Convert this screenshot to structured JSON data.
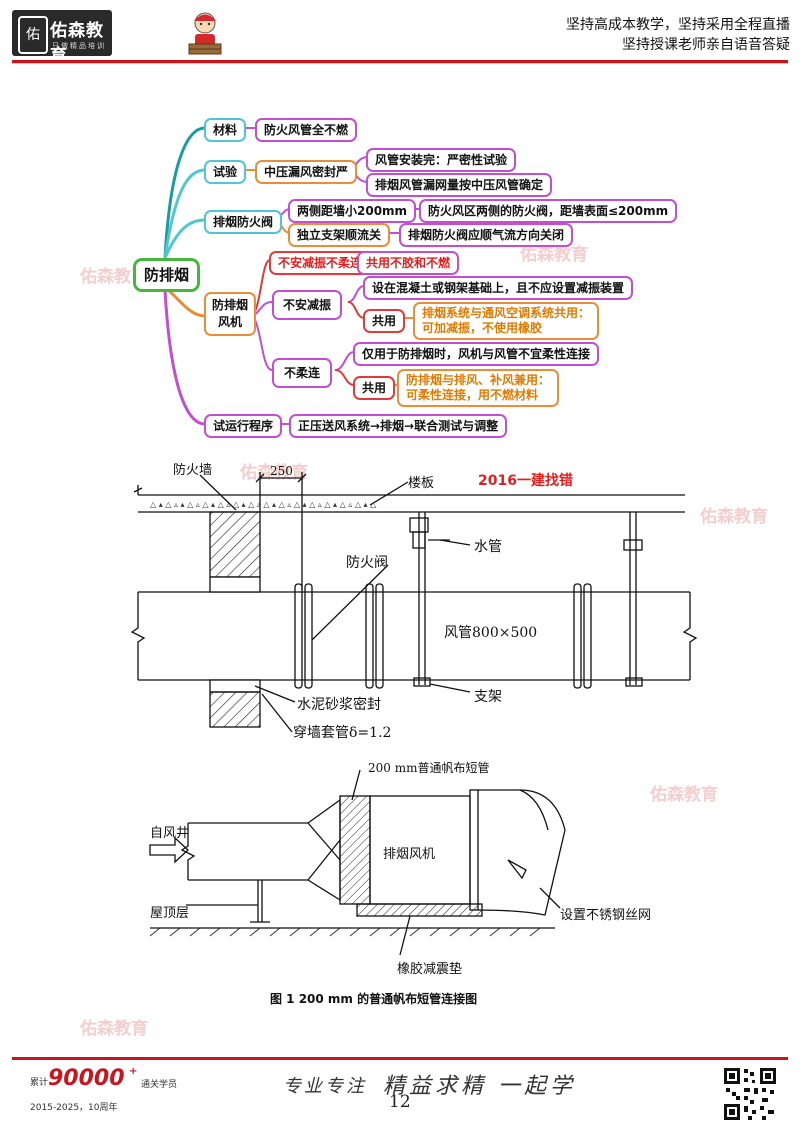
{
  "header": {
    "brand": "佑森教育",
    "brand_sub": "只做精品培训",
    "slogan1": "坚持高成本教学，坚持采用全程直播",
    "slogan2": "坚持授课老师亲自语音答疑"
  },
  "watermark": "佑森教育",
  "mindmap": {
    "root": "防排烟",
    "material": {
      "label": "材料",
      "leaf": "防火风管全不燃"
    },
    "test": {
      "label": "试验",
      "mid": "中压漏风密封严",
      "leaf1": "风管安装完：严密性试验",
      "leaf2": "排烟风管漏网量按中压风管确定"
    },
    "valve": {
      "label": "排烟防火阀",
      "a": "两侧距墙小200mm",
      "a_leaf": "防火风区两侧的防火阀，距墙表面≤200mm",
      "b": "独立支架顺流关",
      "b_leaf": "排烟防火阀应顺气流方向关闭"
    },
    "fan": {
      "label_line1": "防排烟",
      "label_line2": "风机",
      "top_red": "不安减振不柔连",
      "top_red_leaf": "共用不胶和不燃",
      "nov": "不安减振",
      "nov_leaf": "设在混凝土或钢架基础上，且不应设置减振装置",
      "nov_shared": "共用",
      "nov_shared_text1": "排烟系统与通风空调系统共用：",
      "nov_shared_text2": "可加减振，不使用橡胶",
      "nof": "不柔连",
      "nof_leaf": "仅用于防排烟时，风机与风管不宜柔性连接",
      "nof_shared": "共用",
      "nof_shared_text1": "防排烟与排风、补风兼用：",
      "nof_shared_text2": "可柔性连接，用不燃材料"
    },
    "trial": {
      "label": "试运行程序",
      "leaf": "正压送风系统→排烟→联合测试与调整"
    }
  },
  "figure1": {
    "firewall": "防火墙",
    "dim": "250",
    "slab": "楼板",
    "tag": "2016一建找错",
    "water_pipe": "水管",
    "fire_valve": "防火阀",
    "duct": "风管800×500",
    "mortar": "水泥砂浆密封",
    "support": "支架",
    "sleeve": "穿墙套管δ=1.2"
  },
  "figure2": {
    "canvas_label": "200 mm普通帆布短管",
    "shaft": "自风井",
    "fan": "排烟风机",
    "roof": "屋顶层",
    "mesh": "设置不锈钢丝网",
    "pad": "橡胶减震垫",
    "caption": "图 1   200 mm 的普通帆布短管连接图"
  },
  "footer": {
    "count_prefix": "累计",
    "count": "90000",
    "count_plus": "+",
    "count_suffix": "通关学员",
    "years": "2015-2025，10周年",
    "sign_left": "专业专注",
    "sign_right": "精益求精 一起学",
    "page": "12"
  },
  "colors": {
    "accent_red": "#c8161d",
    "mind_green": "#46b63c",
    "mind_cyan": "#4ec7cf",
    "mind_orange": "#e88d3a",
    "mind_purple": "#c24fd0"
  }
}
